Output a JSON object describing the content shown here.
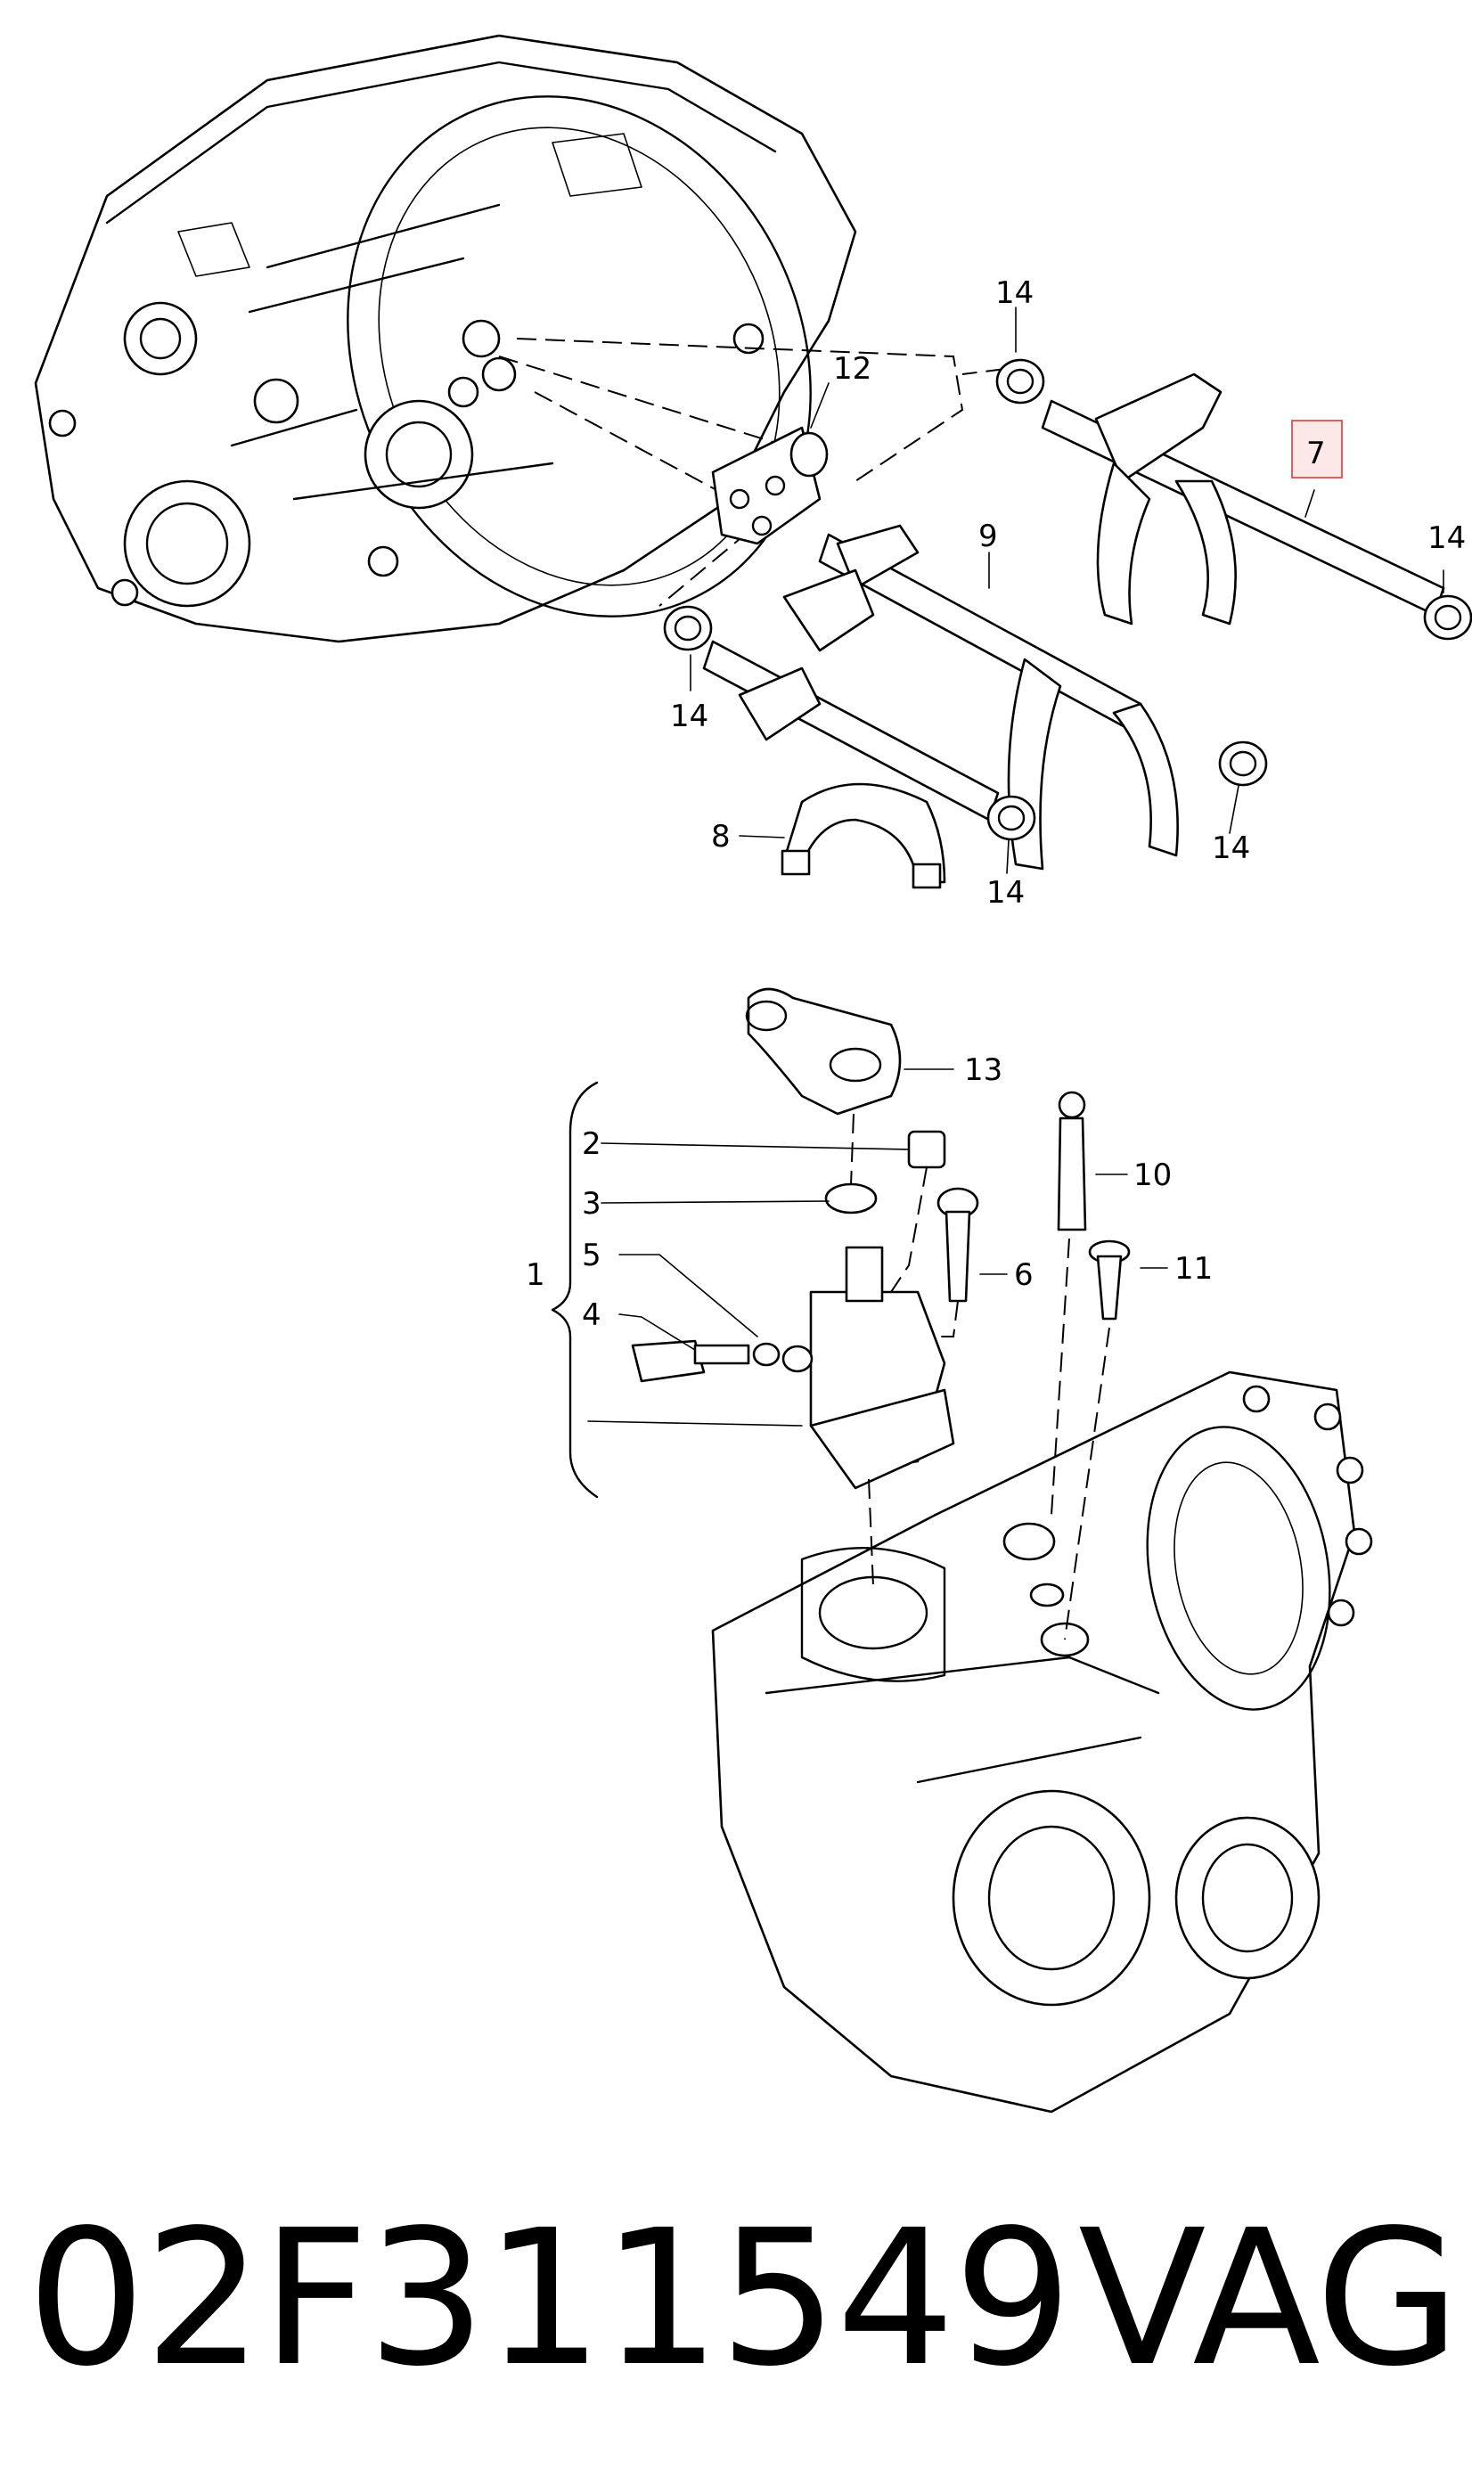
{
  "callouts": {
    "c1": "1",
    "c2": "2",
    "c3": "3",
    "c4": "4",
    "c5": "5",
    "c6": "6",
    "c7": "7",
    "c8": "8",
    "c9": "9",
    "c10": "10",
    "c11": "11",
    "c12": "12",
    "c13": "13",
    "c14": "14"
  },
  "highlighted_callout": "7",
  "highlight_color": "#e06060",
  "part_number": "02F311549",
  "brand": "VAG"
}
